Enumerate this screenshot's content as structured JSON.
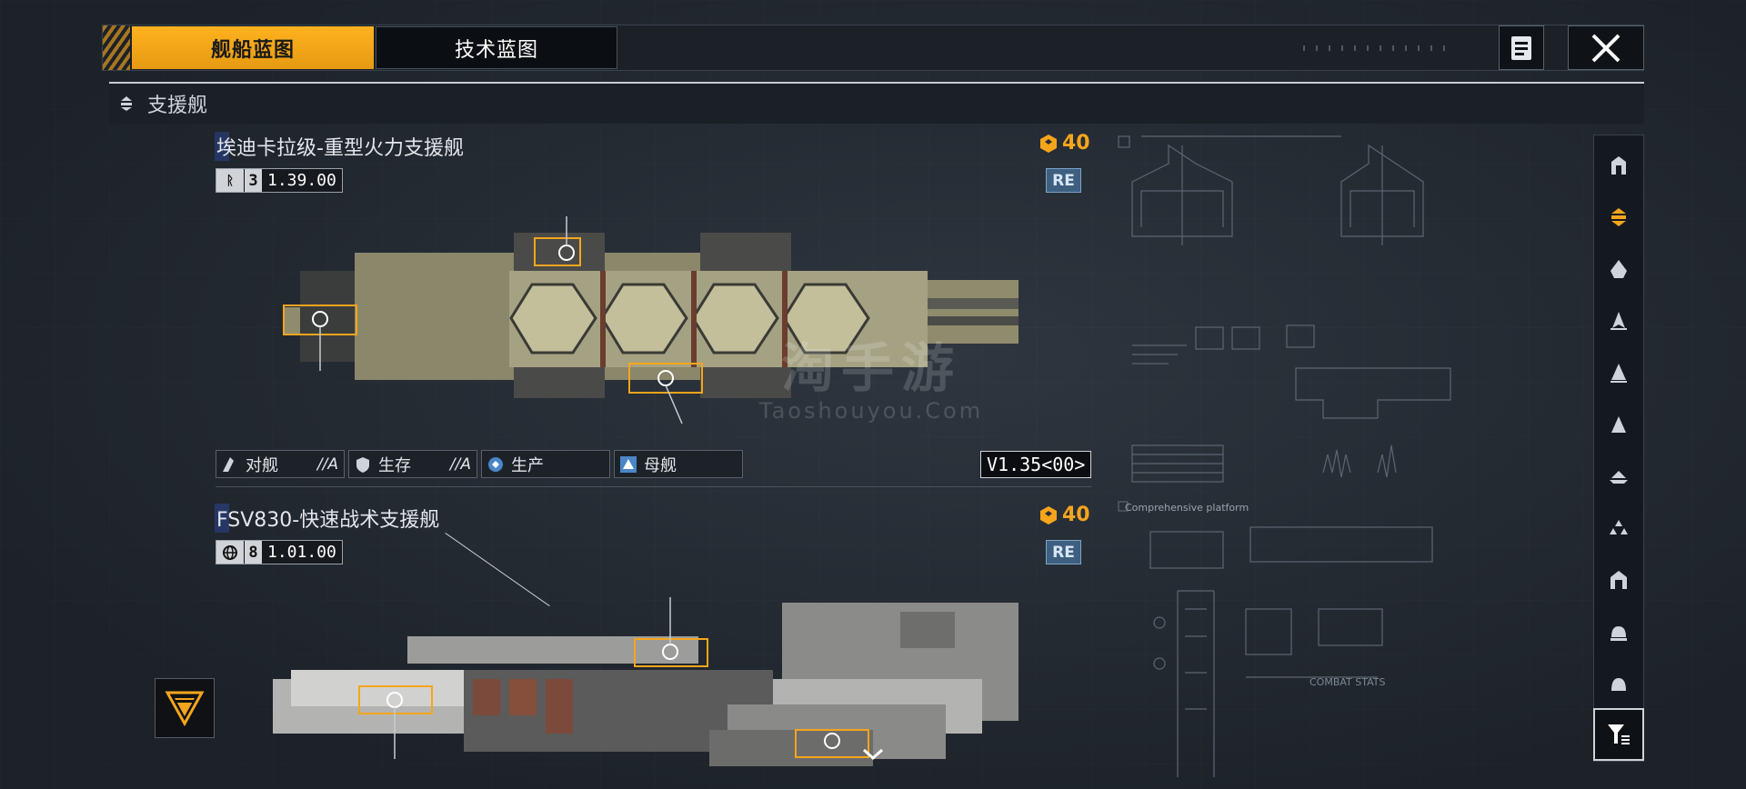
{
  "tabs": [
    {
      "label": "舰船蓝图",
      "active": true
    },
    {
      "label": "技术蓝图",
      "active": false
    }
  ],
  "category": {
    "label": "支援舰",
    "icon": "support-ship-icon"
  },
  "ships": [
    {
      "name": "埃迪卡拉级-重型火力支援舰",
      "code": {
        "icon": "brand-logo-icon",
        "tier": "3",
        "version": "1.39.00"
      },
      "cost": "40",
      "re": "RE",
      "stats": [
        {
          "label": "对舰",
          "grade": "//A",
          "icon": "anti-ship-icon"
        },
        {
          "label": "生存",
          "grade": "//A",
          "icon": "survival-icon"
        },
        {
          "label": "生产",
          "grade": "",
          "icon": "production-icon"
        },
        {
          "label": "母舰",
          "grade": "",
          "icon": "carrier-icon"
        }
      ],
      "version_tag": "V1.35<00>"
    },
    {
      "name": "FSV830-快速战术支援舰",
      "code": {
        "icon": "globe-icon",
        "tier": "8",
        "version": "1.01.00"
      },
      "cost": "40",
      "re": "RE"
    }
  ],
  "blueprint_labels": {
    "comprehensive": "Comprehensive platform",
    "combat": "COMBAT STATS"
  },
  "watermark": {
    "cn": "淘手游",
    "en": "Taoshouyou.Com"
  },
  "sidebar": [
    {
      "icon": "frigate-icon",
      "active": false
    },
    {
      "icon": "support-ship-icon",
      "active": true
    },
    {
      "icon": "destroyer-icon",
      "active": false
    },
    {
      "icon": "cruiser-icon",
      "active": false
    },
    {
      "icon": "battlecruiser-icon",
      "active": false
    },
    {
      "icon": "battleship-icon",
      "active": false
    },
    {
      "icon": "carrier-icon",
      "active": false
    },
    {
      "icon": "aux-ship-icon",
      "active": false
    },
    {
      "icon": "hangar-icon",
      "active": false
    },
    {
      "icon": "dome-icon",
      "active": false
    },
    {
      "icon": "capital-ship-icon",
      "active": false
    }
  ],
  "colors": {
    "accent": "#f5a51c",
    "background": "#272d35",
    "panel": "#1b2027",
    "re_badge": "#3e5f80",
    "name_highlight": "#3558c8"
  }
}
